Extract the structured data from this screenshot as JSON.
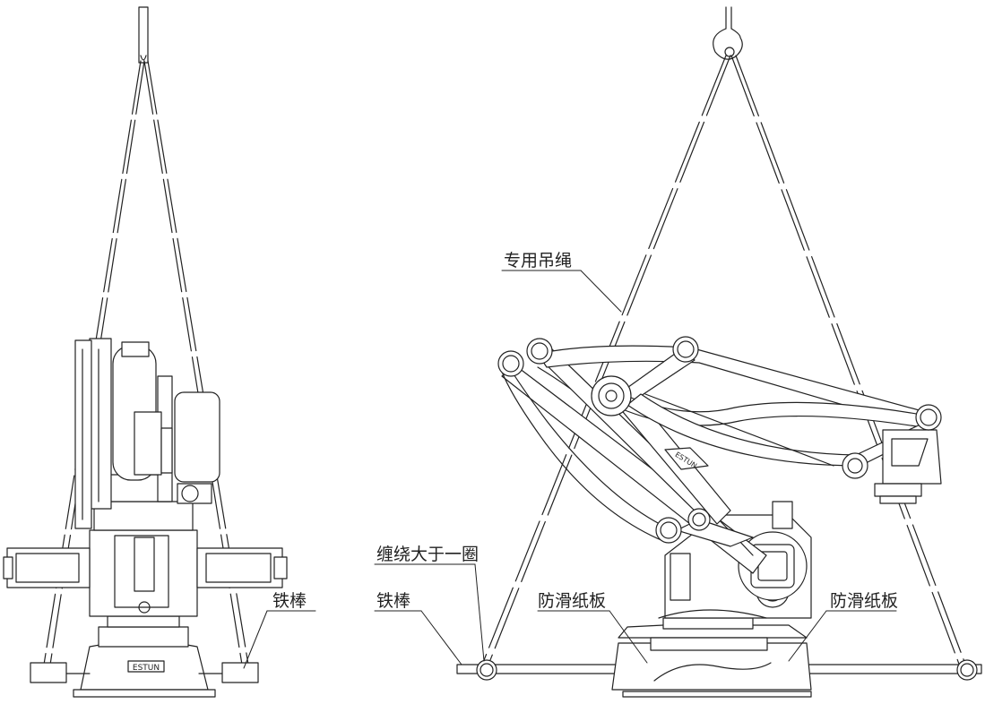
{
  "labels": {
    "special_sling": "专用吊绳",
    "wrap_once": "缠绕大于一圈",
    "iron_bar_left": "铁棒",
    "iron_bar_right": "铁棒",
    "antislip_left": "防滑纸板",
    "antislip_right": "防滑纸板"
  },
  "colors": {
    "line": "#222222",
    "background": "#ffffff"
  }
}
